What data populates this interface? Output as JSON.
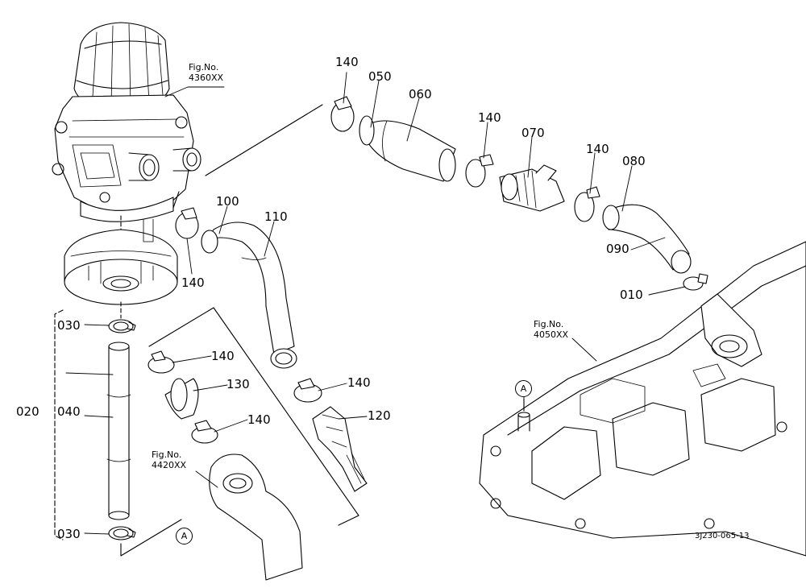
{
  "parts": {
    "p010": "010",
    "p020": "020",
    "p030_top": "030",
    "p030_bottom": "030",
    "p040": "040",
    "p050": "050",
    "p060": "060",
    "p070": "070",
    "p080": "080",
    "p090": "090",
    "p100": "100",
    "p110": "110",
    "p120": "120",
    "p130": "130",
    "p140_a": "140",
    "p140_b": "140",
    "p140_c": "140",
    "p140_d": "140",
    "p140_e": "140",
    "p140_f": "140",
    "p140_g": "140"
  },
  "figure_refs": {
    "fig_4360": {
      "line1": "Fig.No.",
      "line2": "4360XX"
    },
    "fig_4050": {
      "line1": "Fig.No.",
      "line2": "4050XX"
    },
    "fig_4420": {
      "line1": "Fig.No.",
      "line2": "4420XX"
    }
  },
  "connector_mark": "A",
  "drawing_code": "3J230-065-13"
}
